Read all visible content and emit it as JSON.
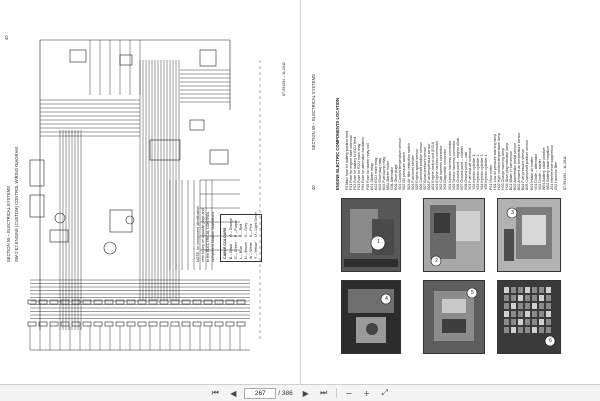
{
  "left_page": {
    "page_no": "40",
    "section_title": "SECTION 55 – ELECTRICAL SYSTEMS",
    "diagram_title": "SW-2 E2 ENGINE (CUSTOM) CONTROL WIRING DIAGRAM",
    "footer_code": "87-591354 – 11-2011",
    "cable_colours": {
      "title": "CABLE COLOURS",
      "entries": [
        "B – Black",
        "G – Green",
        "L – Blue",
        "N – Brown",
        "O – Orange",
        "P – Purple",
        "R – Red",
        "S – Grey",
        "W – White",
        "Y – Yellow",
        "K – Pink",
        "U – Light Green"
      ]
    },
    "notes": [
      "NOTE: for component identification",
      "refer to key on opposite page and",
      "to the ELECTRICAL CONTROL",
      "component location illustrations"
    ]
  },
  "right_page": {
    "page_no": "40",
    "section_title": "SECTION 55 – ELECTRICAL SYSTEMS",
    "heading": "ENGINE ELECTRIC COMPONENTS LOCATION",
    "footer_code": "87-591354 – 11-2011",
    "component_list": [
      "F0   Main fuse for battery positive feed",
      "F01  Fuse for engine start solenoid",
      "F02  Fuse for battery to ECU feed",
      "F03  Fuse for ECU main relay",
      "F04  Fuse for alternator excitation",
      "F05  Fuse for starter relay coil",
      "K01  Starter relay",
      "K02  ECU main relay",
      "K03  Glow plug relay",
      "K04  Fuel pump relay",
      "M01  Starter motor",
      "G01  Alternator",
      "R01  Glow plugs",
      "S01  Coolant temperature sensor",
      "S02  Oil pressure switch",
      "S03  Air filter restriction switch",
      "S04  Fuel level sender",
      "S05  Engine speed sensor",
      "S06  Camshaft position sensor",
      "S07  Boost pressure sensor",
      "S08  Fuel temperature sensor",
      "A01  Engine control unit (ECU)",
      "X01  Engine harness connector",
      "X02  Cab harness connector",
      "X03  Diagnostic connector",
      "X04  Injector harness connector",
      "X05  Sensor harness connector",
      "X06  Ground point – engine block",
      "X07  Ground point – chassis",
      "X08  Ground point – cab",
      "Y01  Fuel shut-off solenoid",
      "Y02  Injector cylinder 1",
      "Y03  Injector cylinder 2",
      "Y04  Injector cylinder 3",
      "Y05  Injector cylinder 4",
      "P01  Hour meter",
      "H01  Low oil pressure warning lamp",
      "H02  High coolant temperature lamp",
      "H03  Charge warning lamp",
      "H04  Glow plug indicator lamp",
      "B01  Water in fuel sensor",
      "B02  Accelerator pedal sensor",
      "B03  Ambient air temperature sensor",
      "B04  Fuel pressure sensor",
      "B05  Crankshaft position sensor",
      "E01  Intake air heater",
      "V01  Diode – alternator",
      "V02  Diode – starter",
      "W01  Battery cable positive",
      "W02  Battery cable negative",
      "Z01  Interference suppressor",
      "Z02  Harness filter"
    ],
    "photo_callouts": [
      "1",
      "2",
      "3",
      "4",
      "5",
      "6"
    ]
  },
  "toolbar": {
    "first_icon": "first-page-icon",
    "prev_icon": "previous-page-icon",
    "page_value": "267",
    "page_total": "/ 386",
    "next_icon": "next-page-icon",
    "last_icon": "last-page-icon",
    "zoom_out_icon": "zoom-out-icon",
    "zoom_in_icon": "zoom-in-icon",
    "fit_icon": "fit-page-icon"
  },
  "colors": {
    "ink": "#222222",
    "photo_dark": "#3a3a3a",
    "photo_mid": "#7a7a7a",
    "toolbar_bg": "#f4f4f4"
  }
}
